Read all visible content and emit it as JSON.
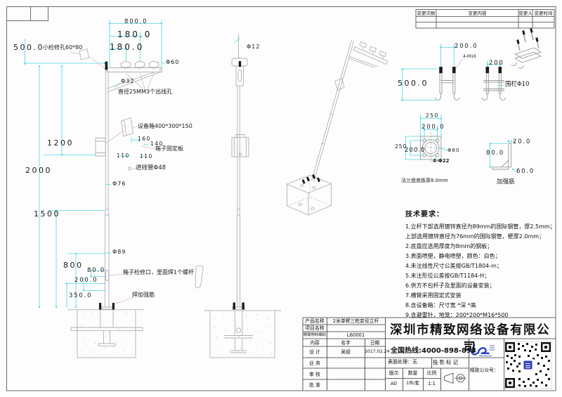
{
  "front": {
    "dim_top_800": "800.0",
    "dim_arm_180a": "180.0",
    "dim_arm_180b": "180.0",
    "dim_left_500": "500.0",
    "hand_hole": "小检修孔60*80",
    "dia_arm": "Φ60",
    "dia_brace": "Φ32",
    "outlet_holes": "直径25MM3个出线孔",
    "equip_box": "设备箱400*300*150",
    "dim_160": "160",
    "dim_140": "140",
    "plate": "箱子固定板",
    "dim_110a": "110",
    "dim_110b": "110",
    "conduit": "进线管Φ48",
    "dia_upper": "Φ76",
    "dim_1200": "1200",
    "dim_2000": "2000",
    "dim_1500": "1500",
    "dia_lower": "Φ89",
    "dim_800": "800",
    "dim_80": "80.0",
    "dim_200": "200.0",
    "dim_350": "350.0",
    "access_hole": "箱子检修口，里面焊1个螺杆",
    "weld_rib": "焊加强筋"
  },
  "side": {
    "dia_rod": "Φ12"
  },
  "det": {
    "cage_dim_200": "200.0",
    "cage_bolts": "4-M16",
    "cage_dim_500": "500.0",
    "fence_dim_200": "200",
    "fence_label": "围栏Φ10",
    "flange_dim_250_top": "250",
    "flange_dim_200_top": "200.0",
    "flange_dim_250_left": "250",
    "flange_dim_200_left": "200.0",
    "flange_dia_80": "Φ80",
    "flange_holes": "4-Φ22",
    "flange_caption": "法兰盘底板厚8.0mm",
    "rib_dim_20": "20.0",
    "rib_dim_80": "80.0",
    "rib_dim_60": "60.0",
    "rib_caption": "加强筋"
  },
  "rev": {
    "headers": [
      "变更次数",
      "变更内容",
      "变更人",
      "变更时间"
    ]
  },
  "tech": {
    "title": "技术要求：",
    "items": [
      "1.立杆下部选用镀锌直径为89mm的国际钢管，厚2.5mm；",
      "上部选用镀锌直径为76mm的国际钢管，壁厚2.0mm；",
      "2.底盘应选用厚度为8mm的钢板；",
      "3.表面喷塑，静电喷塑，颜色：白色；",
      "4.未注线性尺寸公差按GB/T1804-m；",
      "5.未注形位公差按GB/T1184-H；",
      "6.供方不包杆子及里面的设备安装；",
      "7.横臂采用固定式安装",
      "8.含设备箱：尺寸宽  *深  *高",
      "9.含避雷针，地笼：200*200*M16*500"
    ]
  },
  "tb": {
    "product_label": "产品名称",
    "product_value": "2米单臂三枪变径立杆",
    "project_label": "项目名称",
    "project_value": "",
    "code_label": "精致物料编码",
    "code_value": "L60001",
    "content_label": "内容",
    "name_label": "名字",
    "date_label": "日期",
    "design_label": "设 计",
    "design_name": "吴斌",
    "design_date": "2017.02.24",
    "business_label": "业 务",
    "review_label": "审 核",
    "approve_label": "批 准",
    "company": "深圳市精致网络设备有限公司",
    "hotline": "全国热线:4000-898-893",
    "surface": "表面处理：无",
    "projection": "投影标记",
    "rev_label": "版次",
    "qty_label": "数量",
    "scale_label": "比例",
    "rev_value": "A0",
    "qty_value": "1件/套",
    "scale_value": "1:1",
    "wechat": "精致公众号："
  },
  "colors": {
    "dim": "#49d7e8",
    "leader": "#e6b5cf",
    "line": "#b0b0b0",
    "logo": "#2b3fbf"
  }
}
